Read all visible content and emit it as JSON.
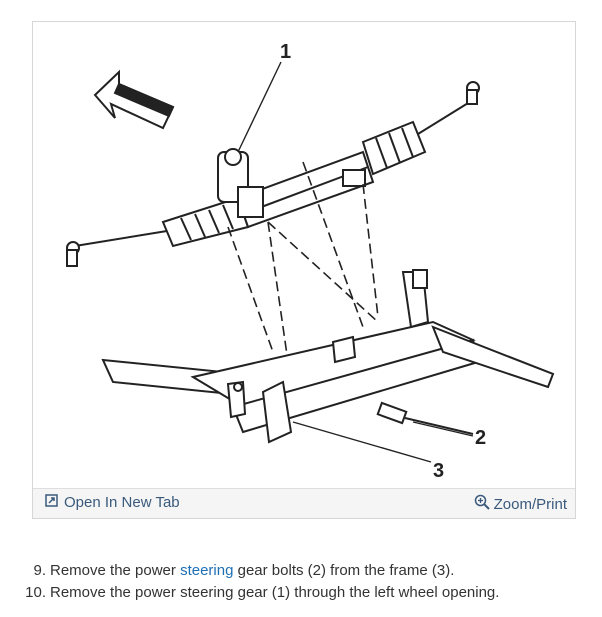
{
  "figure": {
    "callouts": [
      "1",
      "2",
      "3"
    ],
    "toolbar": {
      "open_label": "Open In New Tab",
      "open_icon": "open-in-new-tab-icon",
      "zoom_label": "Zoom/Print",
      "zoom_icon": "magnifier-icon"
    }
  },
  "steps": [
    {
      "number": "9.",
      "before": "Remove the power ",
      "link": "steering",
      "after": " gear bolts (2) from the frame (3)."
    },
    {
      "number": "10.",
      "text": "Remove the power steering gear (1) through the left wheel opening."
    }
  ],
  "colors": {
    "link": "#1f6fb5",
    "toolbar_text": "#3a5a7c",
    "frame_border": "#d6d6d6"
  }
}
